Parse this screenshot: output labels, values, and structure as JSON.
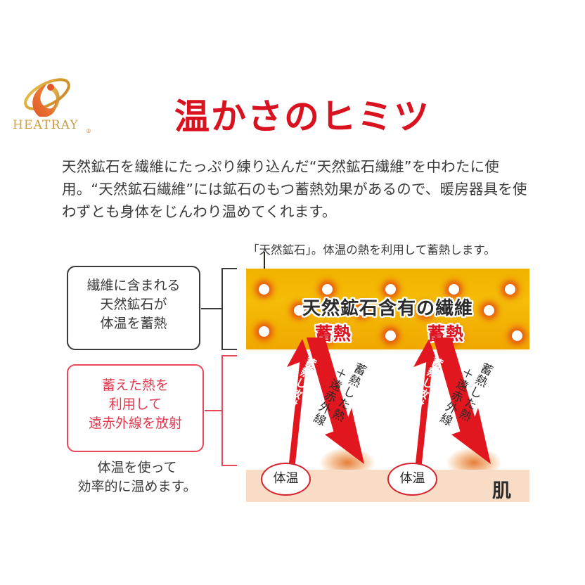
{
  "brand": {
    "name": "HEATRAY",
    "registered_mark": "®",
    "logo_icon": "swirl-flame-icon"
  },
  "header": {
    "title": "温かさのヒミツ",
    "title_color": "#d9121f"
  },
  "intro": {
    "paragraph": "天然鉱石を繊維にたっぷり練り込んだ“天然鉱石繊維”を中わたに使用。“天然鉱石繊維”には鉱石のもつ蓄熱効果があるので、暖房器具を使わずとも身体をじんわり温めてくれます。"
  },
  "diagram": {
    "top_caption": "「天然鉱石」。体温の熱を利用して蓄熱します。",
    "box_upper": {
      "lines": [
        "繊維に含まれる",
        "天然鉱石が",
        "体温を蓄熱"
      ],
      "border_color": "#3a3a3a",
      "text_color": "#3a3a3a"
    },
    "box_lower": {
      "lines": [
        "蓄えた熱を",
        "利用して",
        "遠赤外線を放射"
      ],
      "border_color": "#e8485a",
      "text_color": "#e03a4e"
    },
    "sub_note": {
      "lines": [
        "体温を使って",
        "効率的に温めます。"
      ]
    },
    "fiber_band": {
      "title": "天然鉱石含有の繊維",
      "badge_left": "蓄熱",
      "badge_right": "蓄熱",
      "band_color": "#f2b200",
      "badge_color": "#e1121f",
      "mineral_dot_color": "#ffffff",
      "mineral_glow_color": "#e23e14"
    },
    "arrows": {
      "up_label": "",
      "down_label_left": "蓄熱し放射",
      "down_label_right": "蓄熱し放射",
      "arrow_color": "#e2161f"
    },
    "annotations": {
      "left_group": [
        "蓄熱した熱",
        "＋遠赤外線"
      ],
      "right_group": [
        "蓄熱した熱",
        "＋遠赤外線"
      ]
    },
    "skin": {
      "label": "肌",
      "body_temp_left": "体温",
      "body_temp_right": "体温",
      "skin_color": "#f9dcc6",
      "oval_border_color": "#d8212b"
    }
  }
}
